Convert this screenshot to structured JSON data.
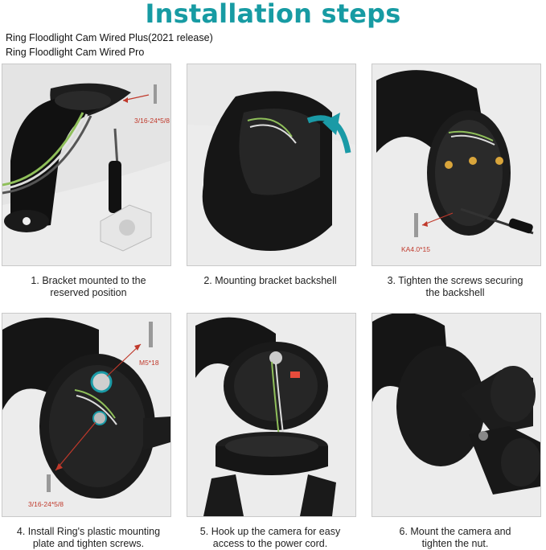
{
  "title": "Installation steps",
  "subtitles": [
    "Ring Floodlight Cam Wired Plus(2021 release)",
    "Ring Floodlight Cam Wired Pro"
  ],
  "steps": [
    {
      "caption_line1": "1. Bracket mounted to the",
      "caption_line2": "reserved position",
      "annotation": "3/16-24*5/8"
    },
    {
      "caption_line1": "2. Mounting bracket backshell",
      "caption_line2": ""
    },
    {
      "caption_line1": "3. Tighten the screws securing",
      "caption_line2": "the backshell",
      "annotation": "KA4.0*15"
    },
    {
      "caption_line1": "4. Install Ring's plastic mounting",
      "caption_line2": "plate and tighten screws.",
      "annotation_top": "M5*18",
      "annotation_bottom": "3/16-24*5/8"
    },
    {
      "caption_line1": "5. Hook up the camera for easy",
      "caption_line2": "access to the power cord."
    },
    {
      "caption_line1": "6. Mount the camera and",
      "caption_line2": "tighten the nut."
    }
  ],
  "colors": {
    "title": "#179ba3",
    "panel_bg": "#ececec",
    "annotation": "#c0392b",
    "arrow": "#1a9aa6"
  }
}
